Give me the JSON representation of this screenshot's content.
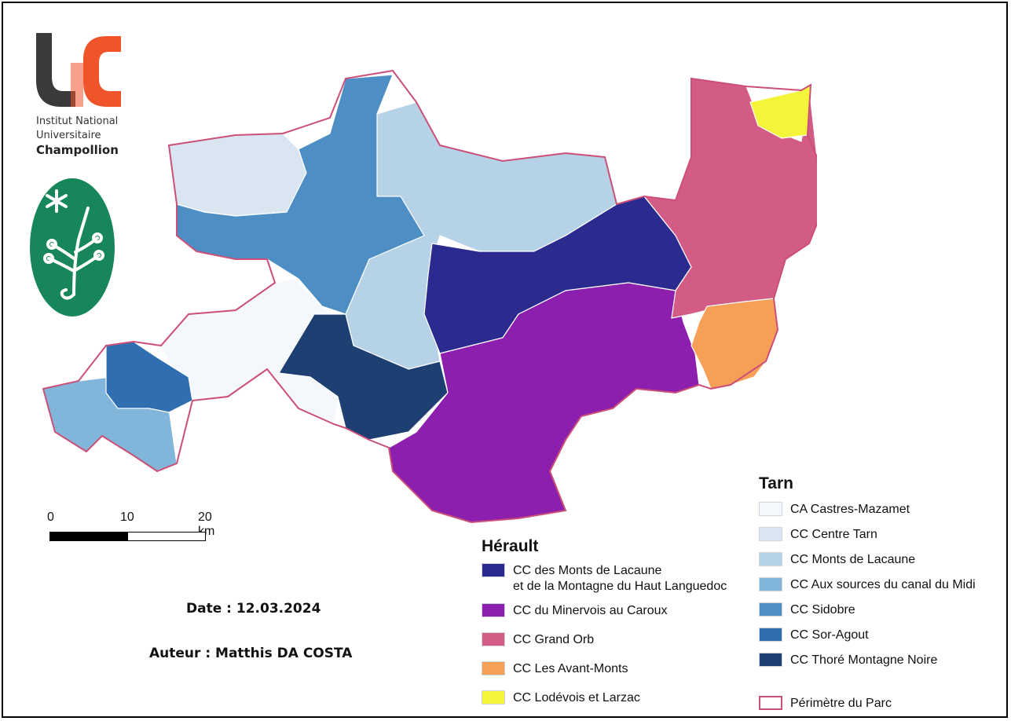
{
  "institution": {
    "logo_letters": "UC",
    "line1": "Institut National",
    "line2": "Universitaire",
    "line3": "Champollion"
  },
  "scale_bar": {
    "labels": [
      "0",
      "10",
      "20 km"
    ]
  },
  "meta": {
    "date": "Date : 12.03.2024",
    "author": "Auteur : Matthis DA COSTA"
  },
  "legend": {
    "herault": {
      "title": "Hérault",
      "items": [
        {
          "label": "CC des Monts de Lacaune\net de la Montagne du Haut Languedoc",
          "color": "#2b2a8e"
        },
        {
          "label": "CC du Minervois au Caroux",
          "color": "#8c1fae"
        },
        {
          "label": "CC Grand Orb",
          "color": "#d35c86"
        },
        {
          "label": "CC Les Avant-Monts",
          "color": "#f5a056"
        },
        {
          "label": "CC Lodévois et Larzac",
          "color": "#f4f53a"
        }
      ]
    },
    "tarn": {
      "title": "Tarn",
      "items": [
        {
          "label": "CA Castres-Mazamet",
          "color": "#f4f7fb"
        },
        {
          "label": "CC Centre Tarn",
          "color": "#d9e6f2"
        },
        {
          "label": "CC Monts de Lacaune",
          "color": "#b6d2e6"
        },
        {
          "label": "CC Aux sources du canal du Midi",
          "color": "#82b5da"
        },
        {
          "label": "CC Sidobre",
          "color": "#4d8fc4"
        },
        {
          "label": "CC Sor-Agout",
          "color": "#2f6fb0"
        },
        {
          "label": "CC Thoré Montagne Noire",
          "color": "#1d3f72"
        }
      ]
    },
    "perimeter": {
      "label": "Périmètre du Parc",
      "color": "#cc4f78"
    }
  }
}
